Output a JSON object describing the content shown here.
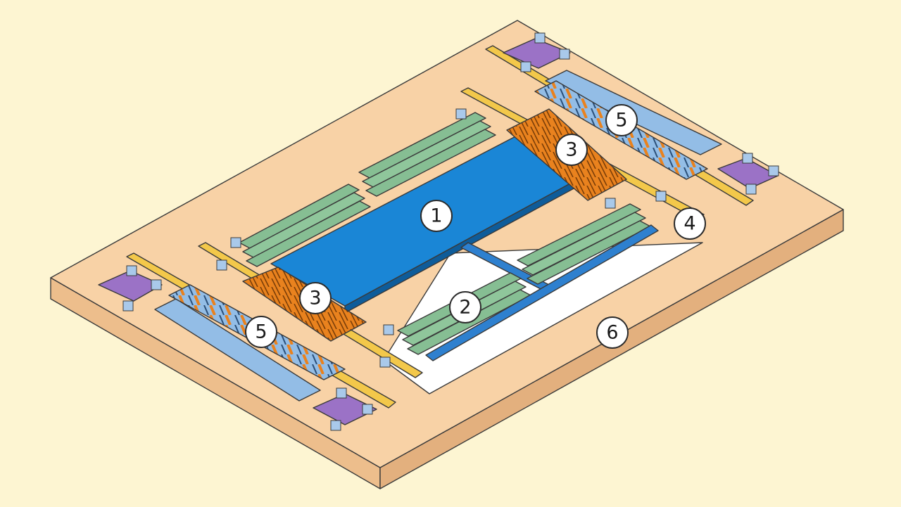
{
  "callouts": [
    {
      "id": "proof-mass",
      "label": "1"
    },
    {
      "id": "sense-comb",
      "label": "2"
    },
    {
      "id": "folded-flexure-top",
      "label": "3"
    },
    {
      "id": "folded-flexure-bottom",
      "label": "3"
    },
    {
      "id": "anchor-rail",
      "label": "4"
    },
    {
      "id": "drive-comb-top",
      "label": "5"
    },
    {
      "id": "drive-comb-bottom",
      "label": "5"
    },
    {
      "id": "substrate",
      "label": "6"
    }
  ],
  "colors": {
    "background": "#FDF5D2",
    "substrate_top": "#F8D2A6",
    "substrate_side": "#EDBE8C",
    "proof_mass": "#1A86D6",
    "sense_beams": "#86BE93",
    "flexure": "#E9821E",
    "rail": "#F3C84A",
    "drive_comb": "#93BDE6",
    "anchor_purple": "#9B72C6",
    "pad": "#A9C9EA"
  }
}
